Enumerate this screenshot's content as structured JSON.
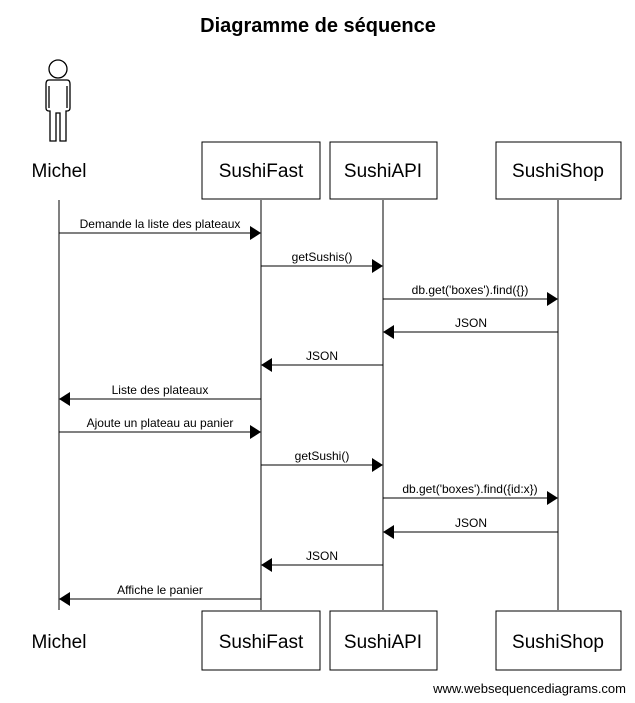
{
  "diagram": {
    "title": "Diagramme de séquence",
    "participants": [
      {
        "id": "michel",
        "label": "Michel",
        "kind": "actor"
      },
      {
        "id": "sushifast",
        "label": "SushiFast",
        "kind": "box"
      },
      {
        "id": "sushiapi",
        "label": "SushiAPI",
        "kind": "box"
      },
      {
        "id": "sushishop",
        "label": "SushiShop",
        "kind": "box"
      }
    ],
    "messages": [
      {
        "from": "michel",
        "to": "sushifast",
        "label": "Demande la liste des plateaux"
      },
      {
        "from": "sushifast",
        "to": "sushiapi",
        "label": "getSushis()"
      },
      {
        "from": "sushiapi",
        "to": "sushishop",
        "label": "db.get('boxes').find({})"
      },
      {
        "from": "sushishop",
        "to": "sushiapi",
        "label": "JSON"
      },
      {
        "from": "sushiapi",
        "to": "sushifast",
        "label": "JSON"
      },
      {
        "from": "sushifast",
        "to": "michel",
        "label": "Liste des plateaux"
      },
      {
        "from": "michel",
        "to": "sushifast",
        "label": "Ajoute un plateau au panier"
      },
      {
        "from": "sushifast",
        "to": "sushiapi",
        "label": "getSushi()"
      },
      {
        "from": "sushiapi",
        "to": "sushishop",
        "label": "db.get('boxes').find({id:x})"
      },
      {
        "from": "sushishop",
        "to": "sushiapi",
        "label": "JSON"
      },
      {
        "from": "sushiapi",
        "to": "sushifast",
        "label": "JSON"
      },
      {
        "from": "sushifast",
        "to": "michel",
        "label": "Affiche le panier"
      }
    ],
    "footer": "www.websequencediagrams.com"
  }
}
